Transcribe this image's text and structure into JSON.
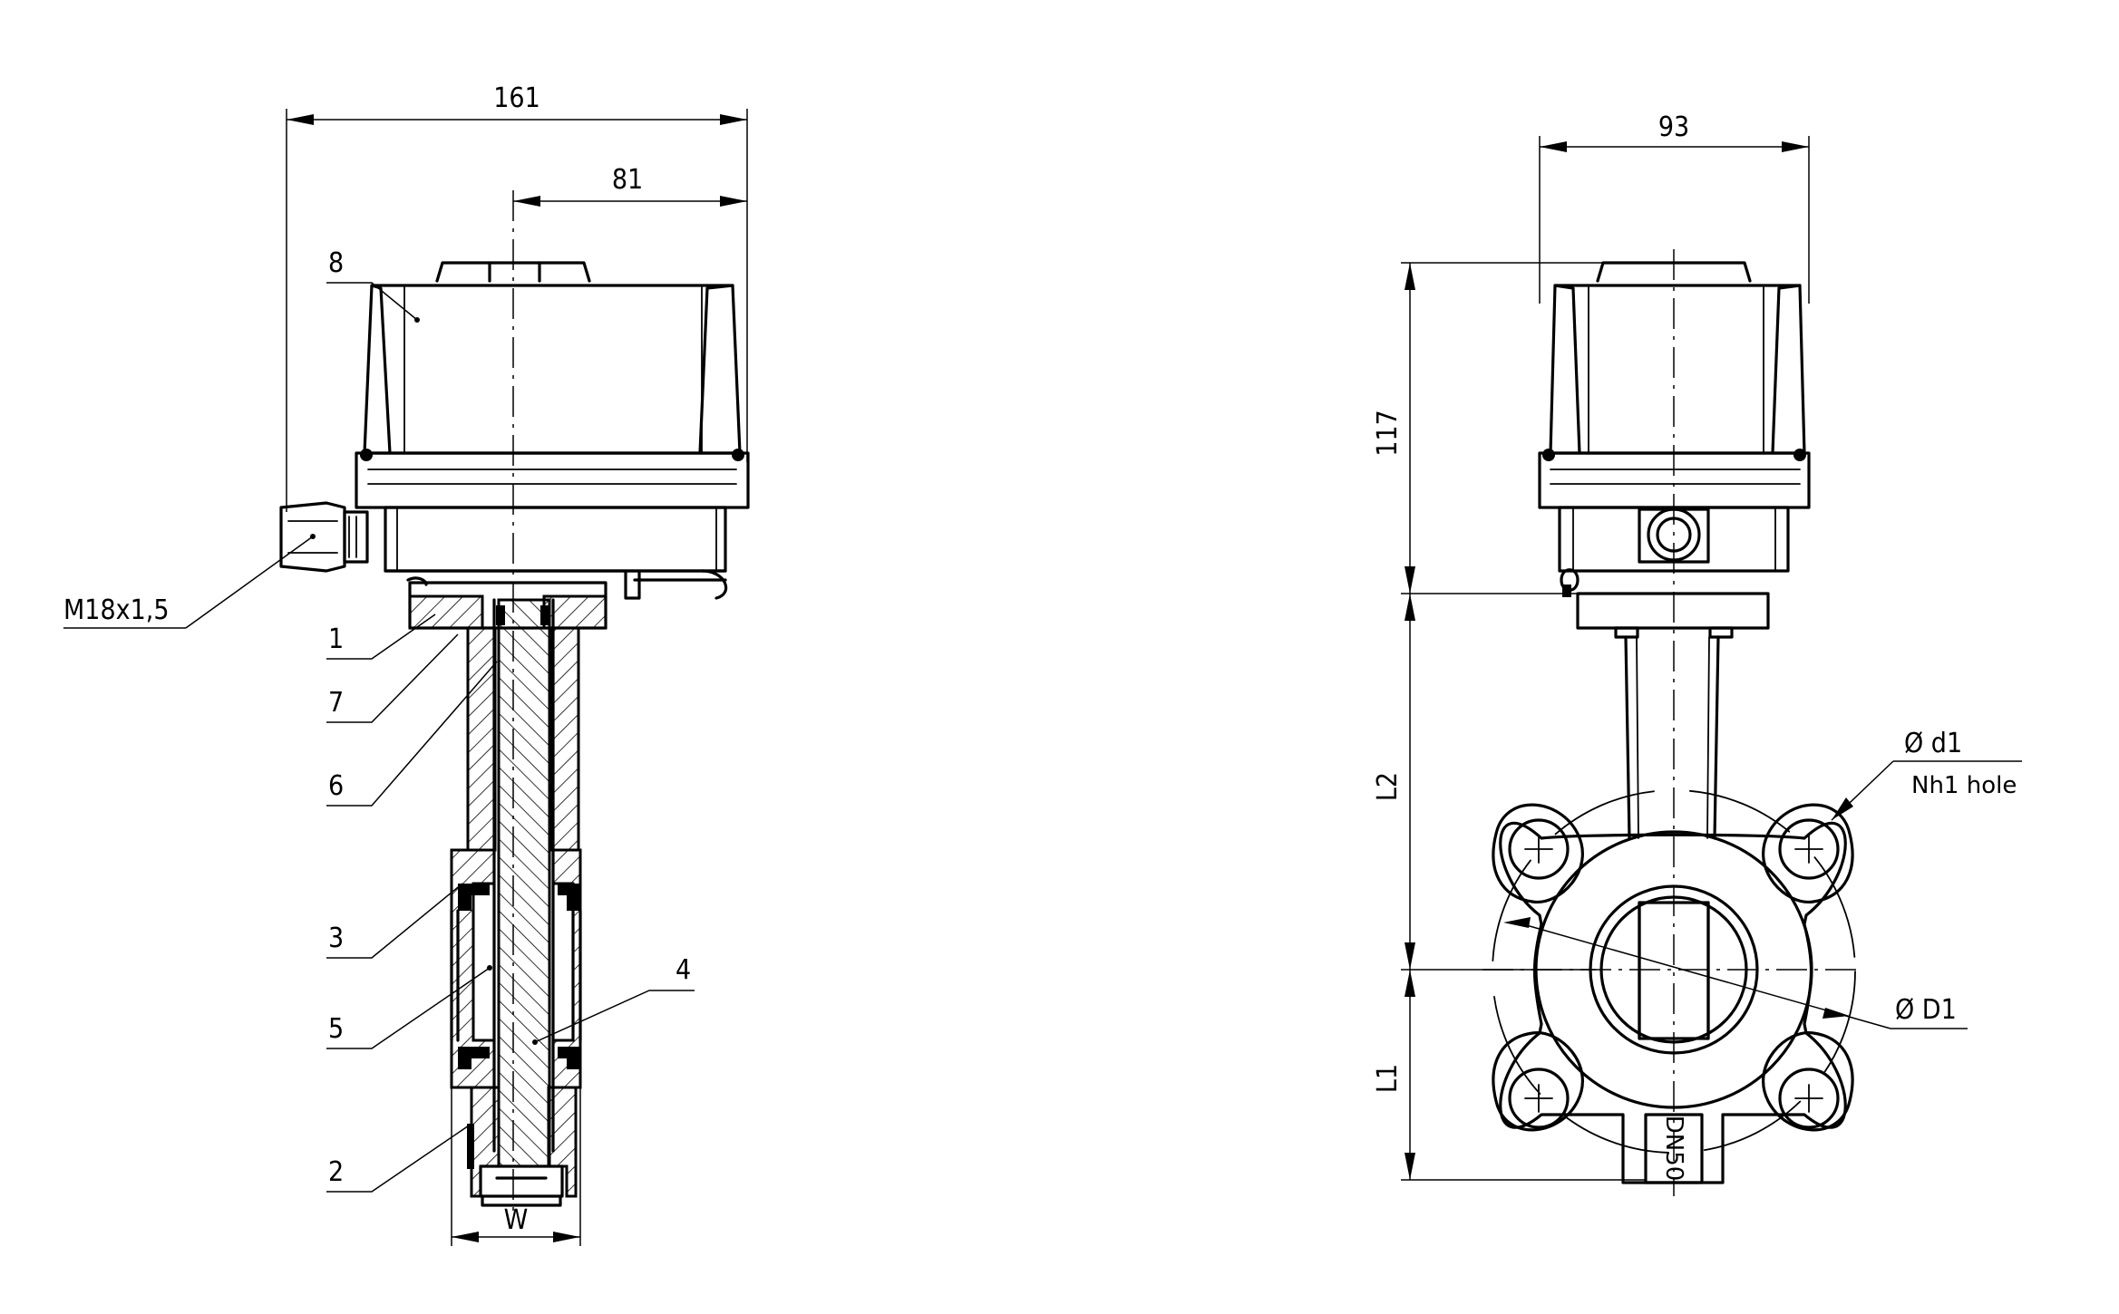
{
  "left_view": {
    "dim_overall_width": "161",
    "dim_center_to_edge": "81",
    "dim_bottom": "W",
    "thread_callout": "M18x1,5",
    "part_numbers": [
      "8",
      "1",
      "7",
      "6",
      "3",
      "5",
      "2",
      "4"
    ]
  },
  "right_view": {
    "dim_width": "93",
    "dim_actuator_height": "117",
    "dim_L2": "L2",
    "dim_L1": "L1",
    "hole_diameter": "Ø d1",
    "hole_count": "Nh1 hole",
    "bolt_circle": "Ø D1",
    "body_marking": "DN50"
  }
}
